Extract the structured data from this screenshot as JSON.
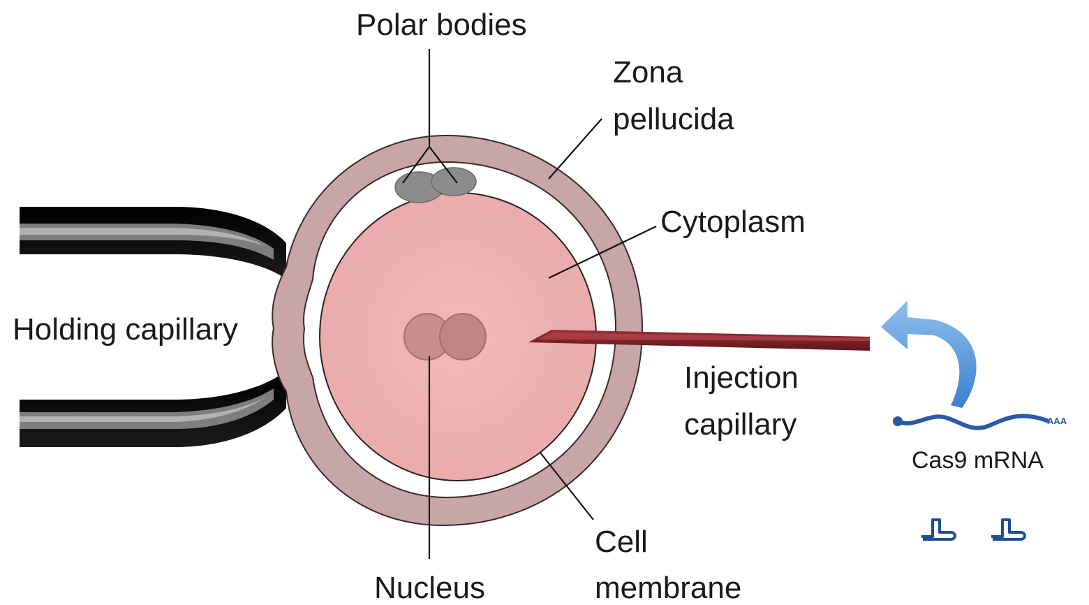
{
  "labels": {
    "polar_bodies": "Polar bodies",
    "zona_line1": "Zona",
    "zona_line2": "pellucida",
    "cytoplasm": "Cytoplasm",
    "holding_capillary": "Holding capillary",
    "injection_line1": "Injection",
    "injection_line2": "capillary",
    "cas9_mrna": "Cas9 mRNA",
    "poly_a": "AAA",
    "cell_line1": "Cell",
    "cell_line2": "membrane",
    "nucleus": "Nucleus"
  },
  "colors": {
    "zona": "#c8a5a6",
    "zona_outline": "#3a2a2a",
    "cytoplasm": "#eeb2b2",
    "nucleus": "#c88e8e",
    "polar_body": "#8c8c8c",
    "holding_capillary": "#0d0d0d",
    "holding_capillary_highlight": "#8a8a8a",
    "injection_capillary": "#7d2328",
    "mrna": "#2a5aa6",
    "arrow": "#5d9bd8",
    "guide_rna": "#1f4f8f"
  }
}
